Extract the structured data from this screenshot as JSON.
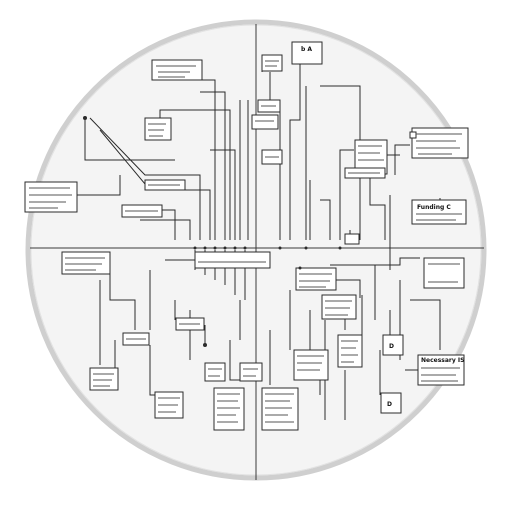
{
  "diagram": {
    "stroke_color": "#2b2b2b",
    "box_fill": "#ffffff",
    "disc_fill": "#f4f4f4",
    "disc_border": "#cfcfcf",
    "box_text": {
      "top_center_letters": "b A",
      "top_center_small": "",
      "right_top": "",
      "left_mid": "",
      "right_mid": "Funding C",
      "right_mid2": "",
      "bottom_right": "Necessary IS",
      "bottom_right_small": "",
      "lower_right_d": "D",
      "lower_right_e": "D"
    }
  }
}
